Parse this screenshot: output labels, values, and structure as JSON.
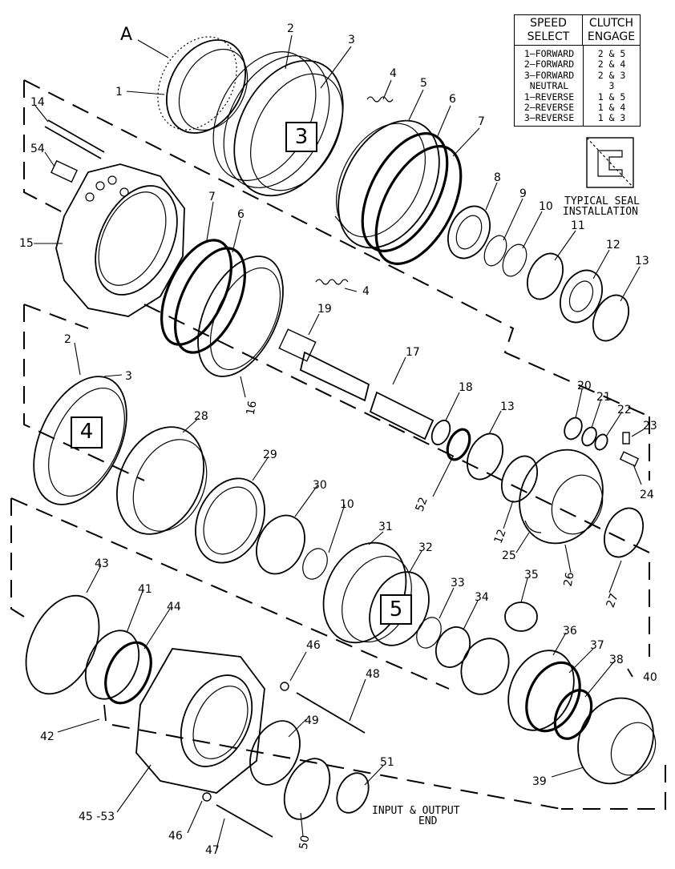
{
  "table": {
    "header_speed": "SPEED SELECT",
    "header_clutch": "CLUTCH ENGAGE",
    "rows": [
      {
        "speed": "1–FORWARD",
        "clutch": "2 & 5"
      },
      {
        "speed": "2–FORWARD",
        "clutch": "2 & 4"
      },
      {
        "speed": "3–FORWARD",
        "clutch": "2 & 3"
      },
      {
        "speed": "NEUTRAL",
        "clutch": "3"
      },
      {
        "speed": "1–REVERSE",
        "clutch": "1 & 5"
      },
      {
        "speed": "2–REVERSE",
        "clutch": "1 & 4"
      },
      {
        "speed": "3–REVERSE",
        "clutch": "1 & 3"
      }
    ]
  },
  "seal_caption": [
    "TYPICAL SEAL",
    "INSTALLATION"
  ],
  "input_output_caption": [
    "INPUT & OUTPUT",
    "END"
  ],
  "view_label": "A",
  "clutch_boxes": [
    "3",
    "4",
    "5"
  ],
  "callouts": [
    "1",
    "2",
    "3",
    "4",
    "5",
    "6",
    "7",
    "8",
    "9",
    "10",
    "11",
    "12",
    "13",
    "14",
    "54",
    "15",
    "7",
    "6",
    "4",
    "19",
    "17",
    "18",
    "13",
    "52",
    "12",
    "16",
    "2",
    "3",
    "28",
    "29",
    "30",
    "10",
    "20",
    "21",
    "22",
    "23",
    "24",
    "25",
    "26",
    "27",
    "31",
    "32",
    "33",
    "34",
    "35",
    "36",
    "37",
    "38",
    "40",
    "39",
    "43",
    "41",
    "44",
    "42",
    "46",
    "48",
    "49",
    "51",
    "50",
    "47",
    "45 -53",
    "46"
  ]
}
